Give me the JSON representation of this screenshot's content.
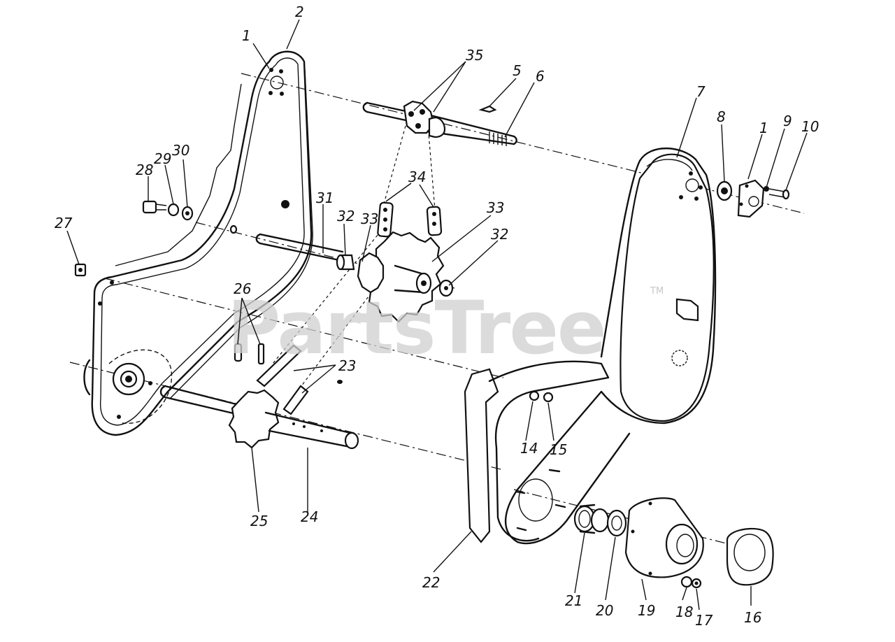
{
  "watermark": {
    "text": "PartsTree",
    "tm": "TM"
  },
  "callouts": [
    {
      "label": "1",
      "name": "callout-1-left"
    },
    {
      "label": "2",
      "name": "callout-2"
    },
    {
      "label": "35",
      "name": "callout-35"
    },
    {
      "label": "5",
      "name": "callout-5"
    },
    {
      "label": "6",
      "name": "callout-6"
    },
    {
      "label": "7",
      "name": "callout-7"
    },
    {
      "label": "8",
      "name": "callout-8"
    },
    {
      "label": "1",
      "name": "callout-1-right"
    },
    {
      "label": "9",
      "name": "callout-9"
    },
    {
      "label": "10",
      "name": "callout-10"
    },
    {
      "label": "28",
      "name": "callout-28"
    },
    {
      "label": "29",
      "name": "callout-29"
    },
    {
      "label": "30",
      "name": "callout-30"
    },
    {
      "label": "34",
      "name": "callout-34"
    },
    {
      "label": "31",
      "name": "callout-31"
    },
    {
      "label": "32",
      "name": "callout-32-left"
    },
    {
      "label": "33",
      "name": "callout-33-left"
    },
    {
      "label": "33",
      "name": "callout-33-right"
    },
    {
      "label": "32",
      "name": "callout-32-right"
    },
    {
      "label": "27",
      "name": "callout-27"
    },
    {
      "label": "26",
      "name": "callout-26"
    },
    {
      "label": "23",
      "name": "callout-23"
    },
    {
      "label": "14",
      "name": "callout-14"
    },
    {
      "label": "15",
      "name": "callout-15"
    },
    {
      "label": "25",
      "name": "callout-25"
    },
    {
      "label": "24",
      "name": "callout-24"
    },
    {
      "label": "22",
      "name": "callout-22"
    },
    {
      "label": "21",
      "name": "callout-21"
    },
    {
      "label": "20",
      "name": "callout-20"
    },
    {
      "label": "19",
      "name": "callout-19"
    },
    {
      "label": "18",
      "name": "callout-18"
    },
    {
      "label": "17",
      "name": "callout-17"
    },
    {
      "label": "16",
      "name": "callout-16"
    }
  ]
}
